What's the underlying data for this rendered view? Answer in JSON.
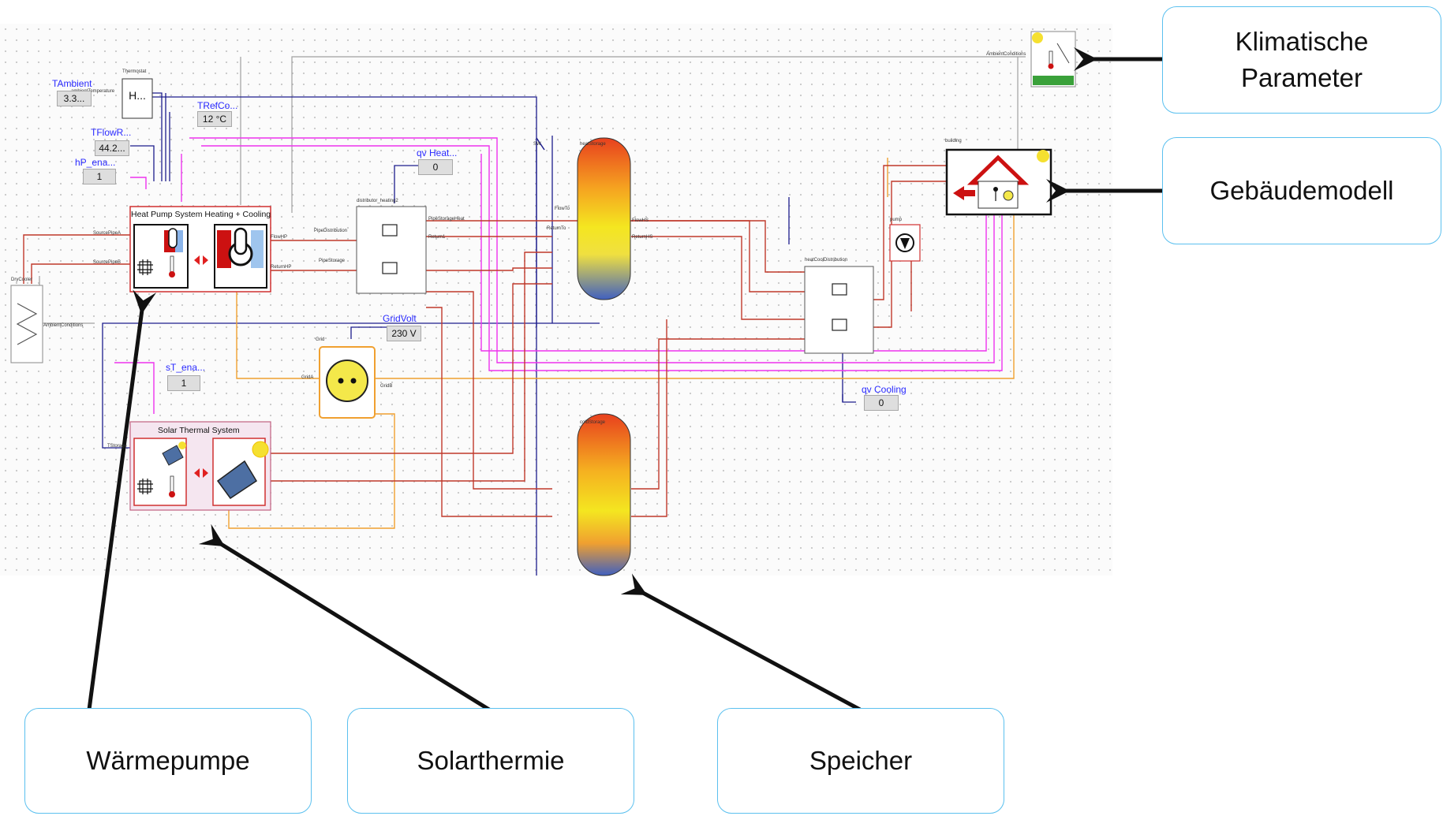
{
  "callouts": {
    "klima": "Klimatische\nParameter",
    "gebaeude": "Gebäudemodell",
    "waermepumpe": "Wärmepumpe",
    "solar": "Solarthermie",
    "speicher": "Speicher"
  },
  "params": {
    "t_ambient": {
      "name": "TAmbient",
      "value": "3.3..."
    },
    "tflow": {
      "name": "TFlowR...",
      "value": "44.2..."
    },
    "hp_ena": {
      "name": "hP_ena...",
      "value": "1"
    },
    "tref": {
      "name": "TRefCo...",
      "value": "12 °C"
    },
    "qv_heat": {
      "name": "qv Heat...",
      "value": "0"
    },
    "grid_volt": {
      "name": "GridVolt",
      "value": "230 V"
    },
    "st_ena": {
      "name": "sT_ena...",
      "value": "1"
    },
    "qv_cooling": {
      "name": "qv Cooling",
      "value": "0"
    }
  },
  "blocks": {
    "thermostat_symbol": "H...",
    "heat_pump_title": "Heat Pump System  Heating + Cooling",
    "solar_title": "Solar Thermal System"
  },
  "small_labels": {
    "thermostat_name": "Thermostat",
    "ambient_temp": "ambientTemperature",
    "ambient_conditions": "AmbientConditions",
    "source_pipe_a": "SourcePipeA",
    "source_pipe_b": "SourcePipeB",
    "dry_cooler": "DryCooler",
    "flow_hp": "FlowHP",
    "return_hp": "ReturnHP",
    "pipe_distribution": "PipeDistribution",
    "pipe_storage": "PipeStorage",
    "distributor": "distributor_heating2",
    "pipe_storage_heat": "PipeStorageHeat",
    "return1": "Return1",
    "flow_hs": "FlowHS",
    "return_hs": "ReturnHS",
    "flow_to": "FlowTo",
    "return_to": "ReturnTo",
    "heat_storage": "heatStorage",
    "cold_storage": "coldStorage",
    "heat_cool_distribution": "heatCoolDistribution",
    "building": "building",
    "pump": "pump",
    "grid": "Grid",
    "grid_a": "GridA",
    "grid_b": "GridB",
    "t_storage": "TStorage",
    "switch": "SW",
    "weather": "AmbientConditions"
  },
  "colors": {
    "wire_red": "#c0392b",
    "wire_pink": "#ee33ee",
    "wire_blue": "#1c1c8c",
    "wire_orange": "#f0a030",
    "wire_gray": "#a0a0a0",
    "callout_border": "#5bc0ef"
  }
}
